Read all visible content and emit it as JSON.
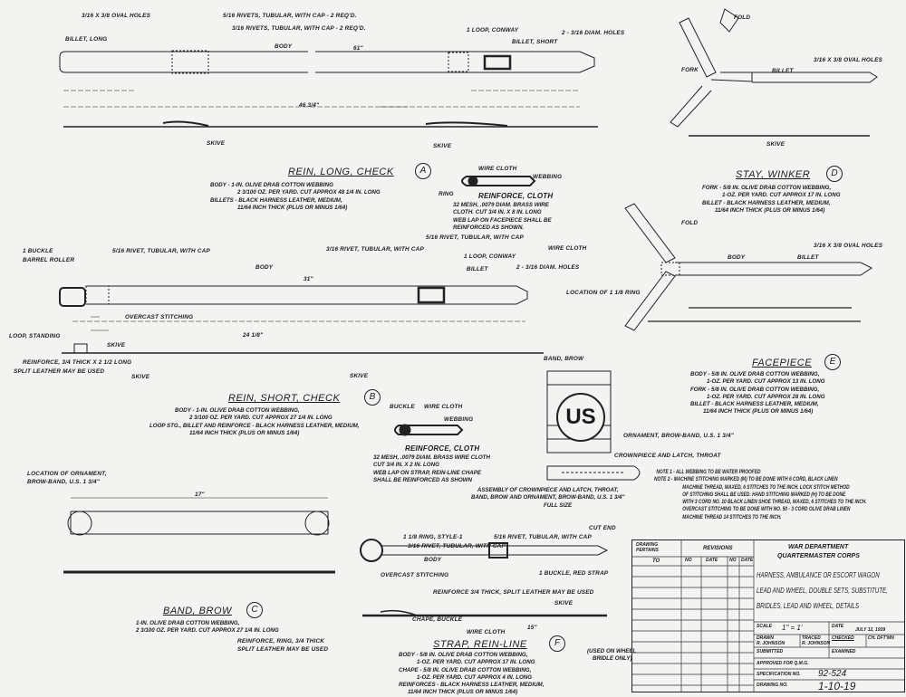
{
  "rein_long_check": {
    "labels": [
      "3/16 x 3/8 OVAL HOLES",
      "5/16 RIVETS, TUBULAR, WITH CAP - 2 REQ'D.",
      "3/16 RIVETS, TUBULAR, WITH CAP - 2 REQ'D.",
      "BILLET, LONG",
      "BODY",
      "1 LOOP, CONWAY",
      "BILLET, SHORT",
      "2 - 3/16 DIAM. HOLES",
      "SKIVE",
      "SKIVE",
      "61\"",
      "46 3/4\""
    ],
    "title": "REIN, LONG, CHECK",
    "letter": "A",
    "desc": [
      "BODY - 1-IN. OLIVE DRAB COTTON WEBBING",
      "2 3/100 OZ. PER YARD. CUT APPROX 48 1/4 IN. LONG",
      "BILLETS - BLACK HARNESS LEATHER, MEDIUM,",
      "11/64 INCH THICK (PLUS OR MINUS 1/64)"
    ]
  },
  "reinforce_cloth_1": {
    "labels": [
      "WIRE CLOTH",
      "WEBBING",
      "RING"
    ],
    "title": "REINFORCE, CLOTH",
    "desc": [
      "32 MESH, .0079 DIAM. BRASS WIRE",
      "CLOTH. CUT 3/4 IN. X 8 IN. LONG",
      "WEB LAP ON FACEPIECE SHALL BE",
      "REINFORCED AS SHOWN."
    ]
  },
  "stay_winker": {
    "labels": [
      "FOLD",
      "FORK",
      "BILLET",
      "3/16 x 3/8 OVAL HOLES",
      "SKIVE",
      "FOLD"
    ],
    "title": "STAY, WINKER",
    "letter": "D",
    "desc": [
      "FORK - 5/8 IN. OLIVE DRAB COTTON WEBBING,",
      "1-OZ. PER YARD. CUT APPROX 17 IN. LONG",
      "BILLET - BLACK HARNESS LEATHER, MEDIUM,",
      "11/64 INCH THICK (PLUS OR MINUS 1/64)"
    ]
  },
  "rein_short_check": {
    "labels": [
      "1 BUCKLE",
      "BARREL ROLLER",
      "5/16 RIVET, TUBULAR, WITH CAP",
      "BODY",
      "3/16 RIVET, TUBULAR, WITH CAP",
      "5/16 RIVET, TUBULAR, WITH CAP",
      "1 LOOP, CONWAY",
      "BILLET",
      "2 - 3/16 DIAM. HOLES",
      "OVERCAST STITCHING",
      "LOOP, STANDING",
      "SKIVE",
      "REINFORCE, 3/4 THICK x 2 1/2 LONG",
      "SPLIT LEATHER MAY BE USED",
      "SKIVE",
      "SKIVE",
      "24 1/8\"",
      "31\""
    ],
    "title": "REIN, SHORT, CHECK",
    "letter": "B",
    "desc": [
      "BODY - 1-IN. OLIVE DRAB COTTON WEBBING,",
      "2 3/100 OZ. PER YARD. CUT APPROX 27 1/4 IN. LONG",
      "LOOP STG., BILLET AND REINFORCE - BLACK HARNESS LEATHER, MEDIUM,",
      "11/64 INCH THICK (PLUS OR MINUS 1/64)"
    ]
  },
  "facepiece": {
    "labels": [
      "WIRE CLOTH",
      "LOCATION OF 1 1/8 RING",
      "3/16 x 3/8 OVAL HOLES",
      "BODY",
      "BILLET"
    ],
    "title": "FACEPIECE",
    "letter": "E",
    "desc": [
      "BODY - 5/8 IN. OLIVE DRAB COTTON WEBBING,",
      "1-OZ. PER YARD. CUT APPROX 13 IN. LONG",
      "FORK - 5/8 IN. OLIVE DRAB COTTON WEBBING,",
      "1-OZ. PER YARD. CUT APPROX 28 IN. LONG",
      "BILLET - BLACK HARNESS LEATHER, MEDIUM,",
      "11/64 INCH THICK (PLUS OR MINUS 1/64)"
    ]
  },
  "assembly": {
    "labels": [
      "BAND, BROW",
      "US",
      "ORNAMENT, BROW-BAND, U.S. 1 3/4\"",
      "CROWNPIECE AND LATCH, THROAT"
    ],
    "caption": [
      "ASSEMBLY OF CROWNPIECE AND LATCH, THROAT,",
      "BAND, BROW AND ORNAMENT, BROW-BAND, U.S. 1 3/4\"",
      "FULL SIZE"
    ]
  },
  "reinforce_cloth_2": {
    "labels": [
      "BUCKLE",
      "WIRE CLOTH",
      "WEBBING"
    ],
    "title": "REINFORCE, CLOTH",
    "desc": [
      "32 MESH, .0079 DIAM. BRASS WIRE CLOTH",
      "CUT 3/4 IN. X 2 IN. LONG",
      "WEB LAP ON STRAP, REIN-LINE CHAPE",
      "SHALL BE REINFORCED AS SHOWN"
    ]
  },
  "notes": [
    "NOTE 1 - ALL WEBBING TO BE WATER PROOFED",
    "NOTE 2 - MACHINE STITCHING MARKED (M) TO BE DONE WITH 6 CORD, BLACK LINEN",
    "MACHINE THREAD, WAXED, 6 STITCHES TO THE INCH. LOCK STITCH METHOD",
    "OF STITCHING SHALL BE USED. HAND STITCHING MARKED (H) TO BE DONE",
    "WITH 3 CORD NO. 10 BLACK LINEN SHOE THREAD, WAXED, 6 STITCHES TO THE INCH.",
    "OVERCAST STITCHING TO BE DONE WITH NO. 50 - 3 CORD OLIVE DRAB LINEN",
    "MACHINE THREAD 14 STITCHES TO THE INCH."
  ],
  "band_brow": {
    "labels": [
      "LOCATION OF ORNAMENT,",
      "BROW-BAND, U.S. 1 3/4\"",
      "17\""
    ],
    "title": "BAND, BROW",
    "letter": "C",
    "desc": [
      "1-IN. OLIVE DRAB COTTON WEBBING,",
      "2 3/100 OZ. PER YARD. CUT APPROX 27 1/4 IN. LONG"
    ]
  },
  "strap_rein_line": {
    "labels": [
      "1 1/8 RING, STYLE-1",
      "3/16 RIVET, TUBULAR, WITH CAP",
      "BODY",
      "5/16 RIVET, TUBULAR, WITH CAP",
      "CUT END",
      "1 BUCKLE, RED STRAP",
      "OVERCAST STITCHING",
      "REINFORCE 3/4 THICK, SPLIT LEATHER MAY BE USED",
      "CHAPE, BUCKLE",
      "SKIVE",
      "WIRE CLOTH",
      "REINFORCE, RING, 3/4 THICK",
      "SPLIT LEATHER MAY BE USED",
      "15\""
    ],
    "title": "STRAP, REIN-LINE",
    "letter": "F",
    "note": [
      "(USED ON WHEEL",
      "BRIDLE ONLY)"
    ],
    "desc": [
      "BODY - 5/8 IN. OLIVE DRAB COTTON WEBBING,",
      "1-OZ. PER YARD. CUT APPROX 17 IN. LONG",
      "CHAPE - 5/8 IN. OLIVE DRAB COTTON WEBBING,",
      "1-OZ. PER YARD. CUT APPROX 4 IN. LONG",
      "REINFORCES - BLACK HARNESS LEATHER, MEDIUM,",
      "11/64 INCH THICK (PLUS OR MINUS 1/64)"
    ]
  },
  "title_block": {
    "pertains_header": "DRAWING PERTAINS",
    "to": "TO",
    "revisions": "REVISIONS",
    "no": "NO",
    "date": "DATE",
    "department": "WAR DEPARTMENT",
    "corps": "QUARTERMASTER CORPS",
    "title": [
      "HARNESS, AMBULANCE OR ESCORT WAGON",
      "LEAD AND WHEEL, DOUBLE SETS, SUBSTITUTE,",
      "BRIDLES, LEAD AND WHEEL, DETAILS"
    ],
    "scale_label": "SCALE",
    "scale": "1\" = 1'",
    "date_label": "DATE",
    "date_value": "JULY 12, 1939",
    "drawn_label": "DRAWN",
    "drawn": "R. JOHNSON",
    "traced_label": "TRACED",
    "traced": "R. JOHNSON",
    "checked_label": "CHECKED",
    "ch_draftsman_label": "CH. DFT'MN",
    "submitted_label": "SUBMITTED",
    "examined_label": "EXAMINED",
    "approved_label": "APPROVED FOR Q.M.G.",
    "spec_label": "SPECIFICATION NO.",
    "spec_no": "92-524",
    "drawing_label": "DRAWING NO.",
    "drawing_no": "1-10-19"
  }
}
